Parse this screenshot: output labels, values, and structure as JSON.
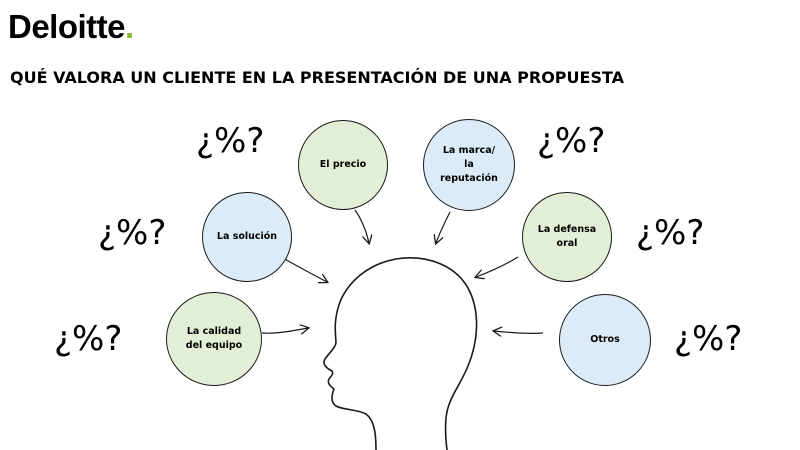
{
  "logo": {
    "text": "Deloitte",
    "dot": ".",
    "dot_color": "#86bc25"
  },
  "title": "QUÉ VALORA UN CLIENTE EN LA PRESENTACIÓN DE UNA PROPUESTA",
  "colors": {
    "green_fill": "#e2efd6",
    "blue_fill": "#dcebf8",
    "outline": "#1a1a1a"
  },
  "factors": [
    {
      "label": "El precio",
      "fill": "green"
    },
    {
      "label": "La marca/\nla\nreputación",
      "fill": "blue"
    },
    {
      "label": "La solución",
      "fill": "blue"
    },
    {
      "label": "La defensa\noral",
      "fill": "green"
    },
    {
      "label": "La calidad\ndel equipo",
      "fill": "green"
    },
    {
      "label": "Otros",
      "fill": "blue"
    }
  ],
  "percent_placeholder": "¿%?",
  "icons": {
    "head": "head-silhouette-icon",
    "arrows": "arrow-icon"
  }
}
